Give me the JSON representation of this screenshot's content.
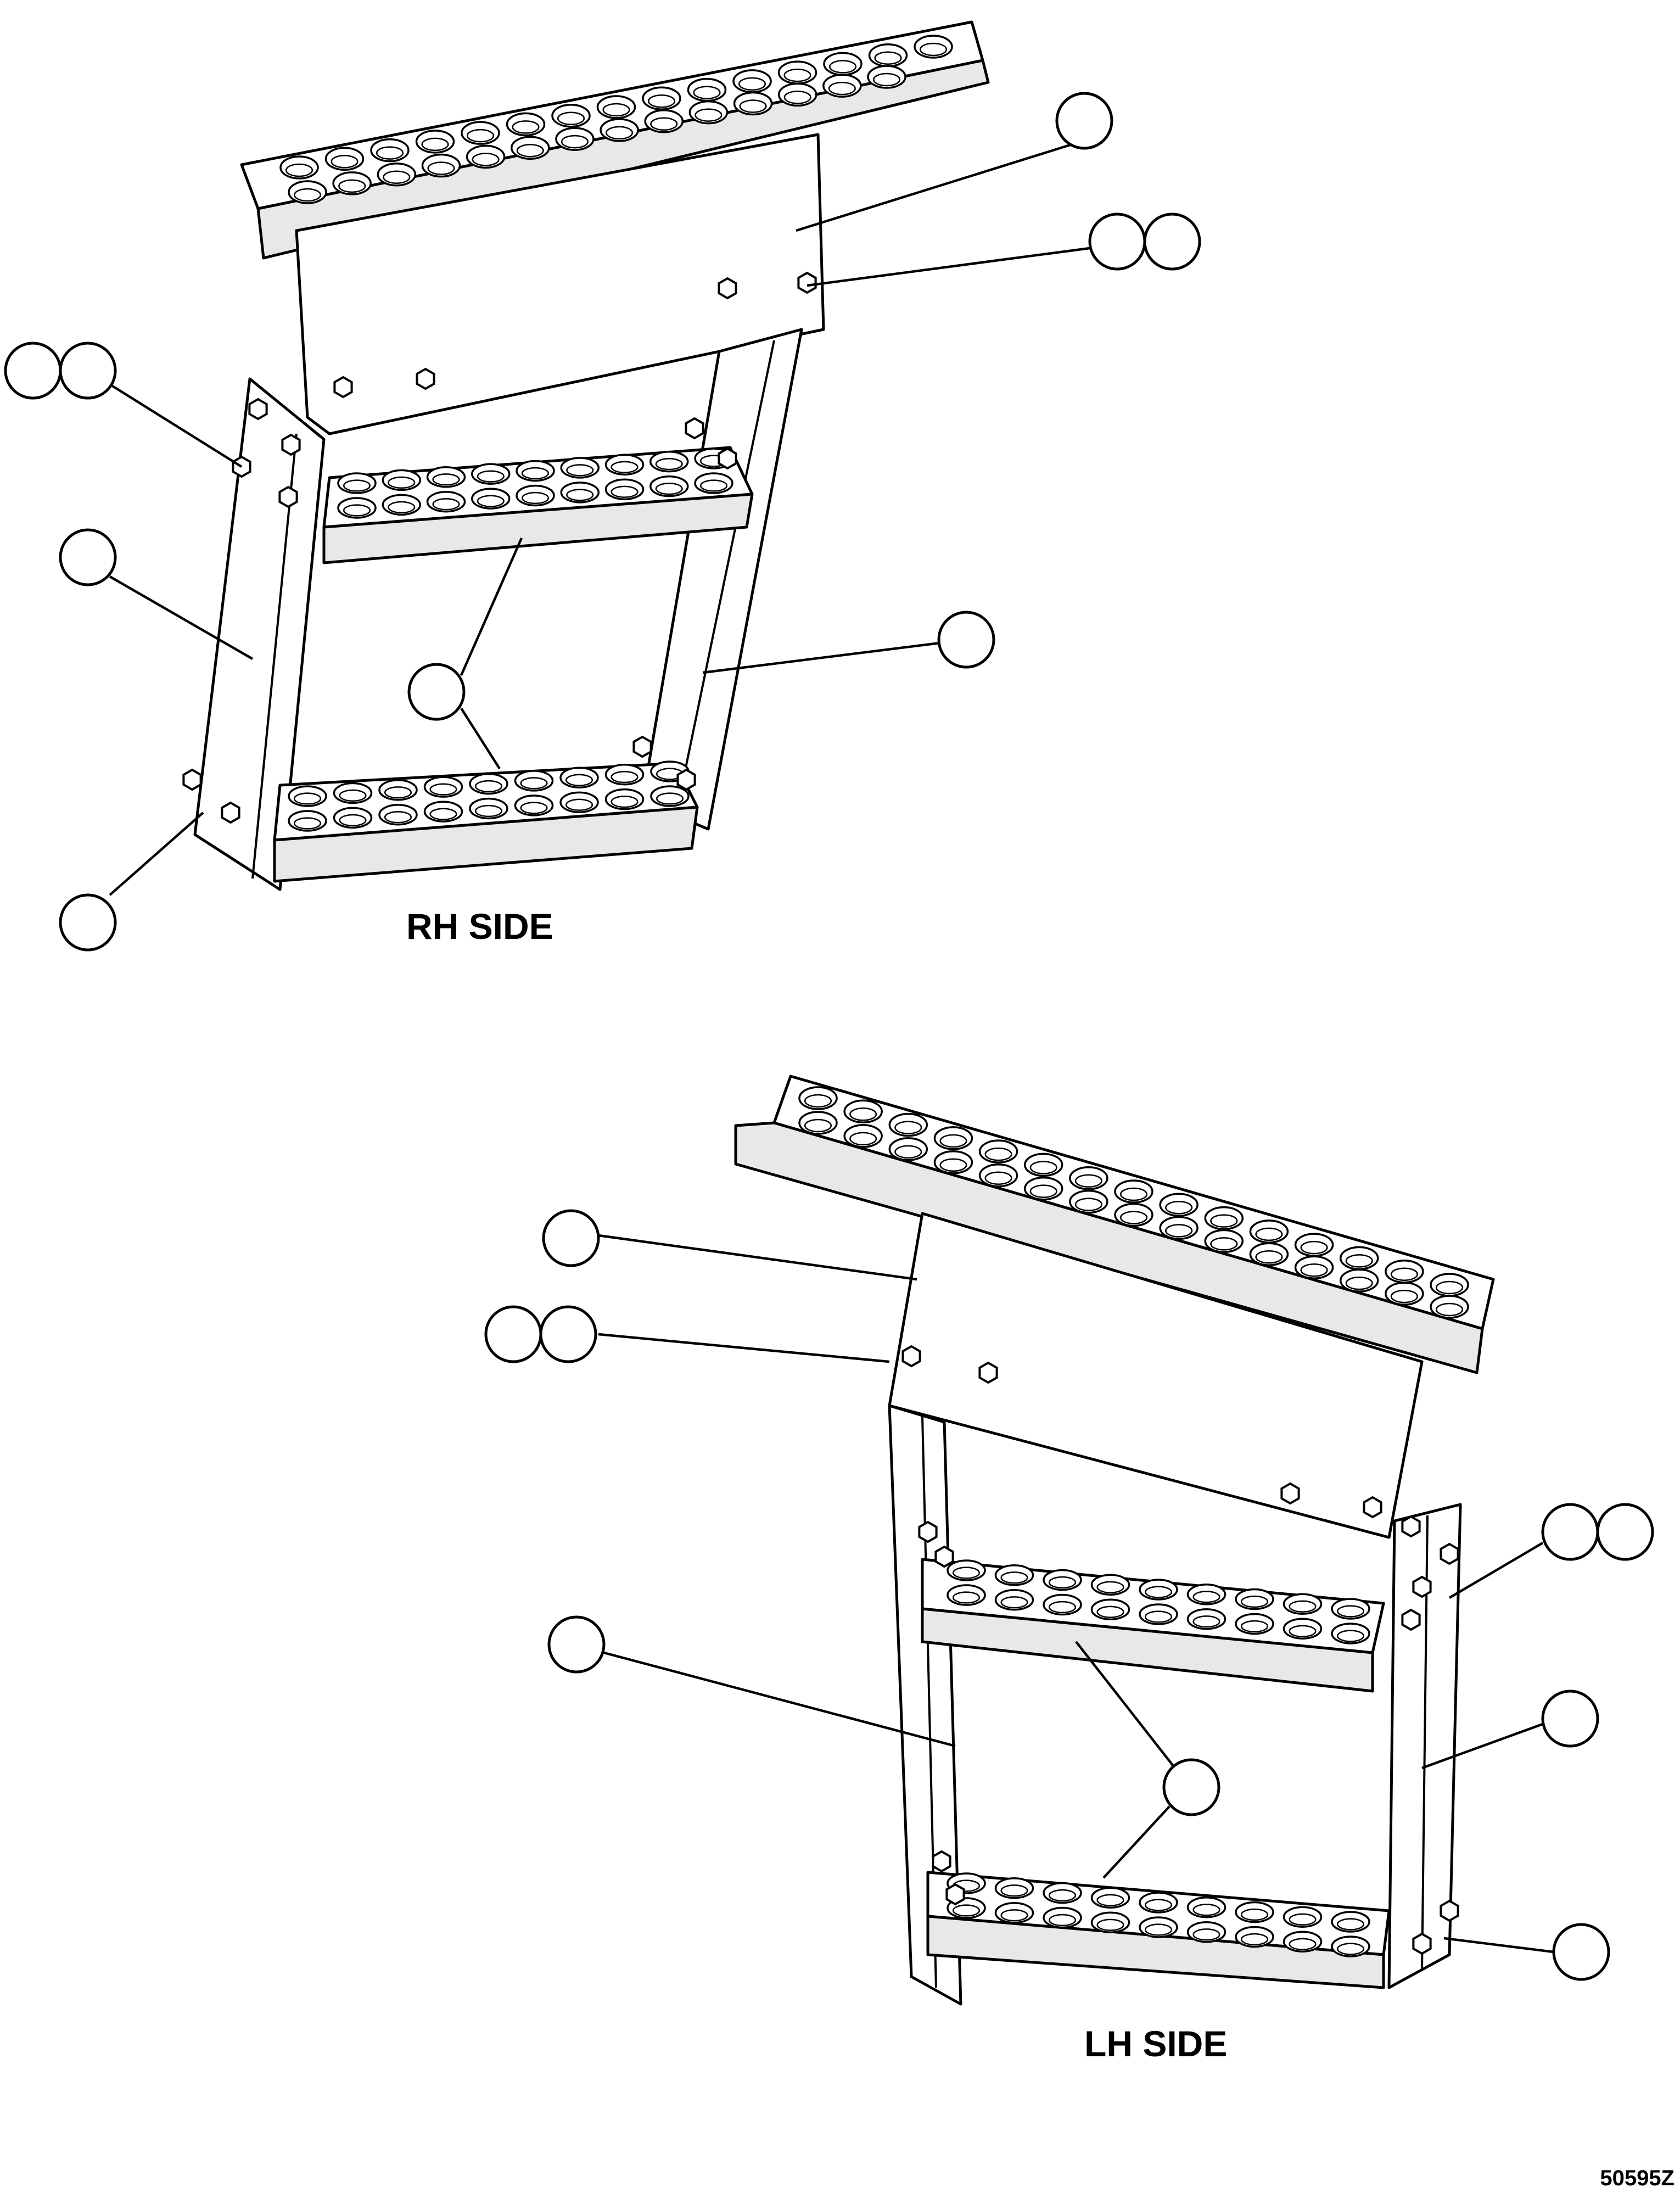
{
  "views": [
    {
      "label": "RH SIDE"
    },
    {
      "label": "LH SIDE"
    }
  ],
  "drawing_number": "50595Z",
  "colors": {
    "ink": "#000000",
    "paper": "#ffffff"
  }
}
